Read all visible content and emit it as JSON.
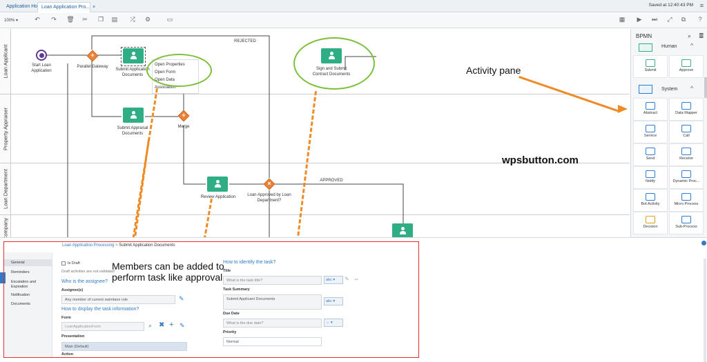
{
  "tabs": {
    "home": "Application Home",
    "active": "Loan Application Pro...",
    "close": "×"
  },
  "saved": "Saved at 12:40:43 PM",
  "zoom": "100% ▾",
  "lanes": [
    "Loan Applicant",
    "Property Appraiser",
    "Loan Department",
    "Company"
  ],
  "nodes": {
    "start": "Start Loan Application",
    "parallel": "Parallel Gateway",
    "submit_app": "Submit Application Documents",
    "submit_appraisal": "Submit Appraisal Documents",
    "merge": "Merge",
    "review": "Review Application",
    "approved_gw": "Loan Approved by Loan Department?",
    "sign": "Sign and Submit Contract Documents",
    "rejected": "REJECTED",
    "approved": "APPROVED"
  },
  "context_menu": [
    "Open Properties",
    "Open Form",
    "Open Data Association"
  ],
  "palette": {
    "title": "BPMN",
    "human": "Human",
    "system": "System",
    "items": [
      "Submit",
      "Approve",
      "Abstract",
      "Data Mapper",
      "Service",
      "Call",
      "Send",
      "Receive",
      "Notify",
      "Dynamic Proc...",
      "Bot Activity",
      "Micro Process",
      "Decision",
      "Sub-Process"
    ]
  },
  "annotations": {
    "activity_pane": "Activity pane",
    "site": "wpsbutton.com",
    "members": "Members can be added to perform task like  approval"
  },
  "props": {
    "breadcrumb1": "Loan Application Processing",
    "breadcrumb2": "Submit Application Documents",
    "nav": [
      "General",
      "Reminders",
      "Escalation and Expiration",
      "Notification",
      "Documents"
    ],
    "is_draft": "Is Draft",
    "draft_note": "Draft activities are not validated",
    "who": "Who is the assignee?",
    "assignees_label": "Assignee(s)",
    "assignees_value": "Any member of current swimlane role",
    "how_display": "How to display the task information?",
    "form_label": "Form",
    "form_value": "LoanApplicationForm",
    "presentation_label": "Presentation",
    "presentation_value": "Main (Default)",
    "action_label": "Action",
    "identify": "How to identify the task?",
    "title_label": "Title",
    "title_ph": "What is the task title?",
    "summary_label": "Task Summary",
    "summary_value": "Submit Applicant Documents",
    "due_label": "Due Date",
    "due_ph": "What is the due date?",
    "priority_label": "Priority",
    "priority_value": "Normal",
    "abc": "abc ▾"
  }
}
